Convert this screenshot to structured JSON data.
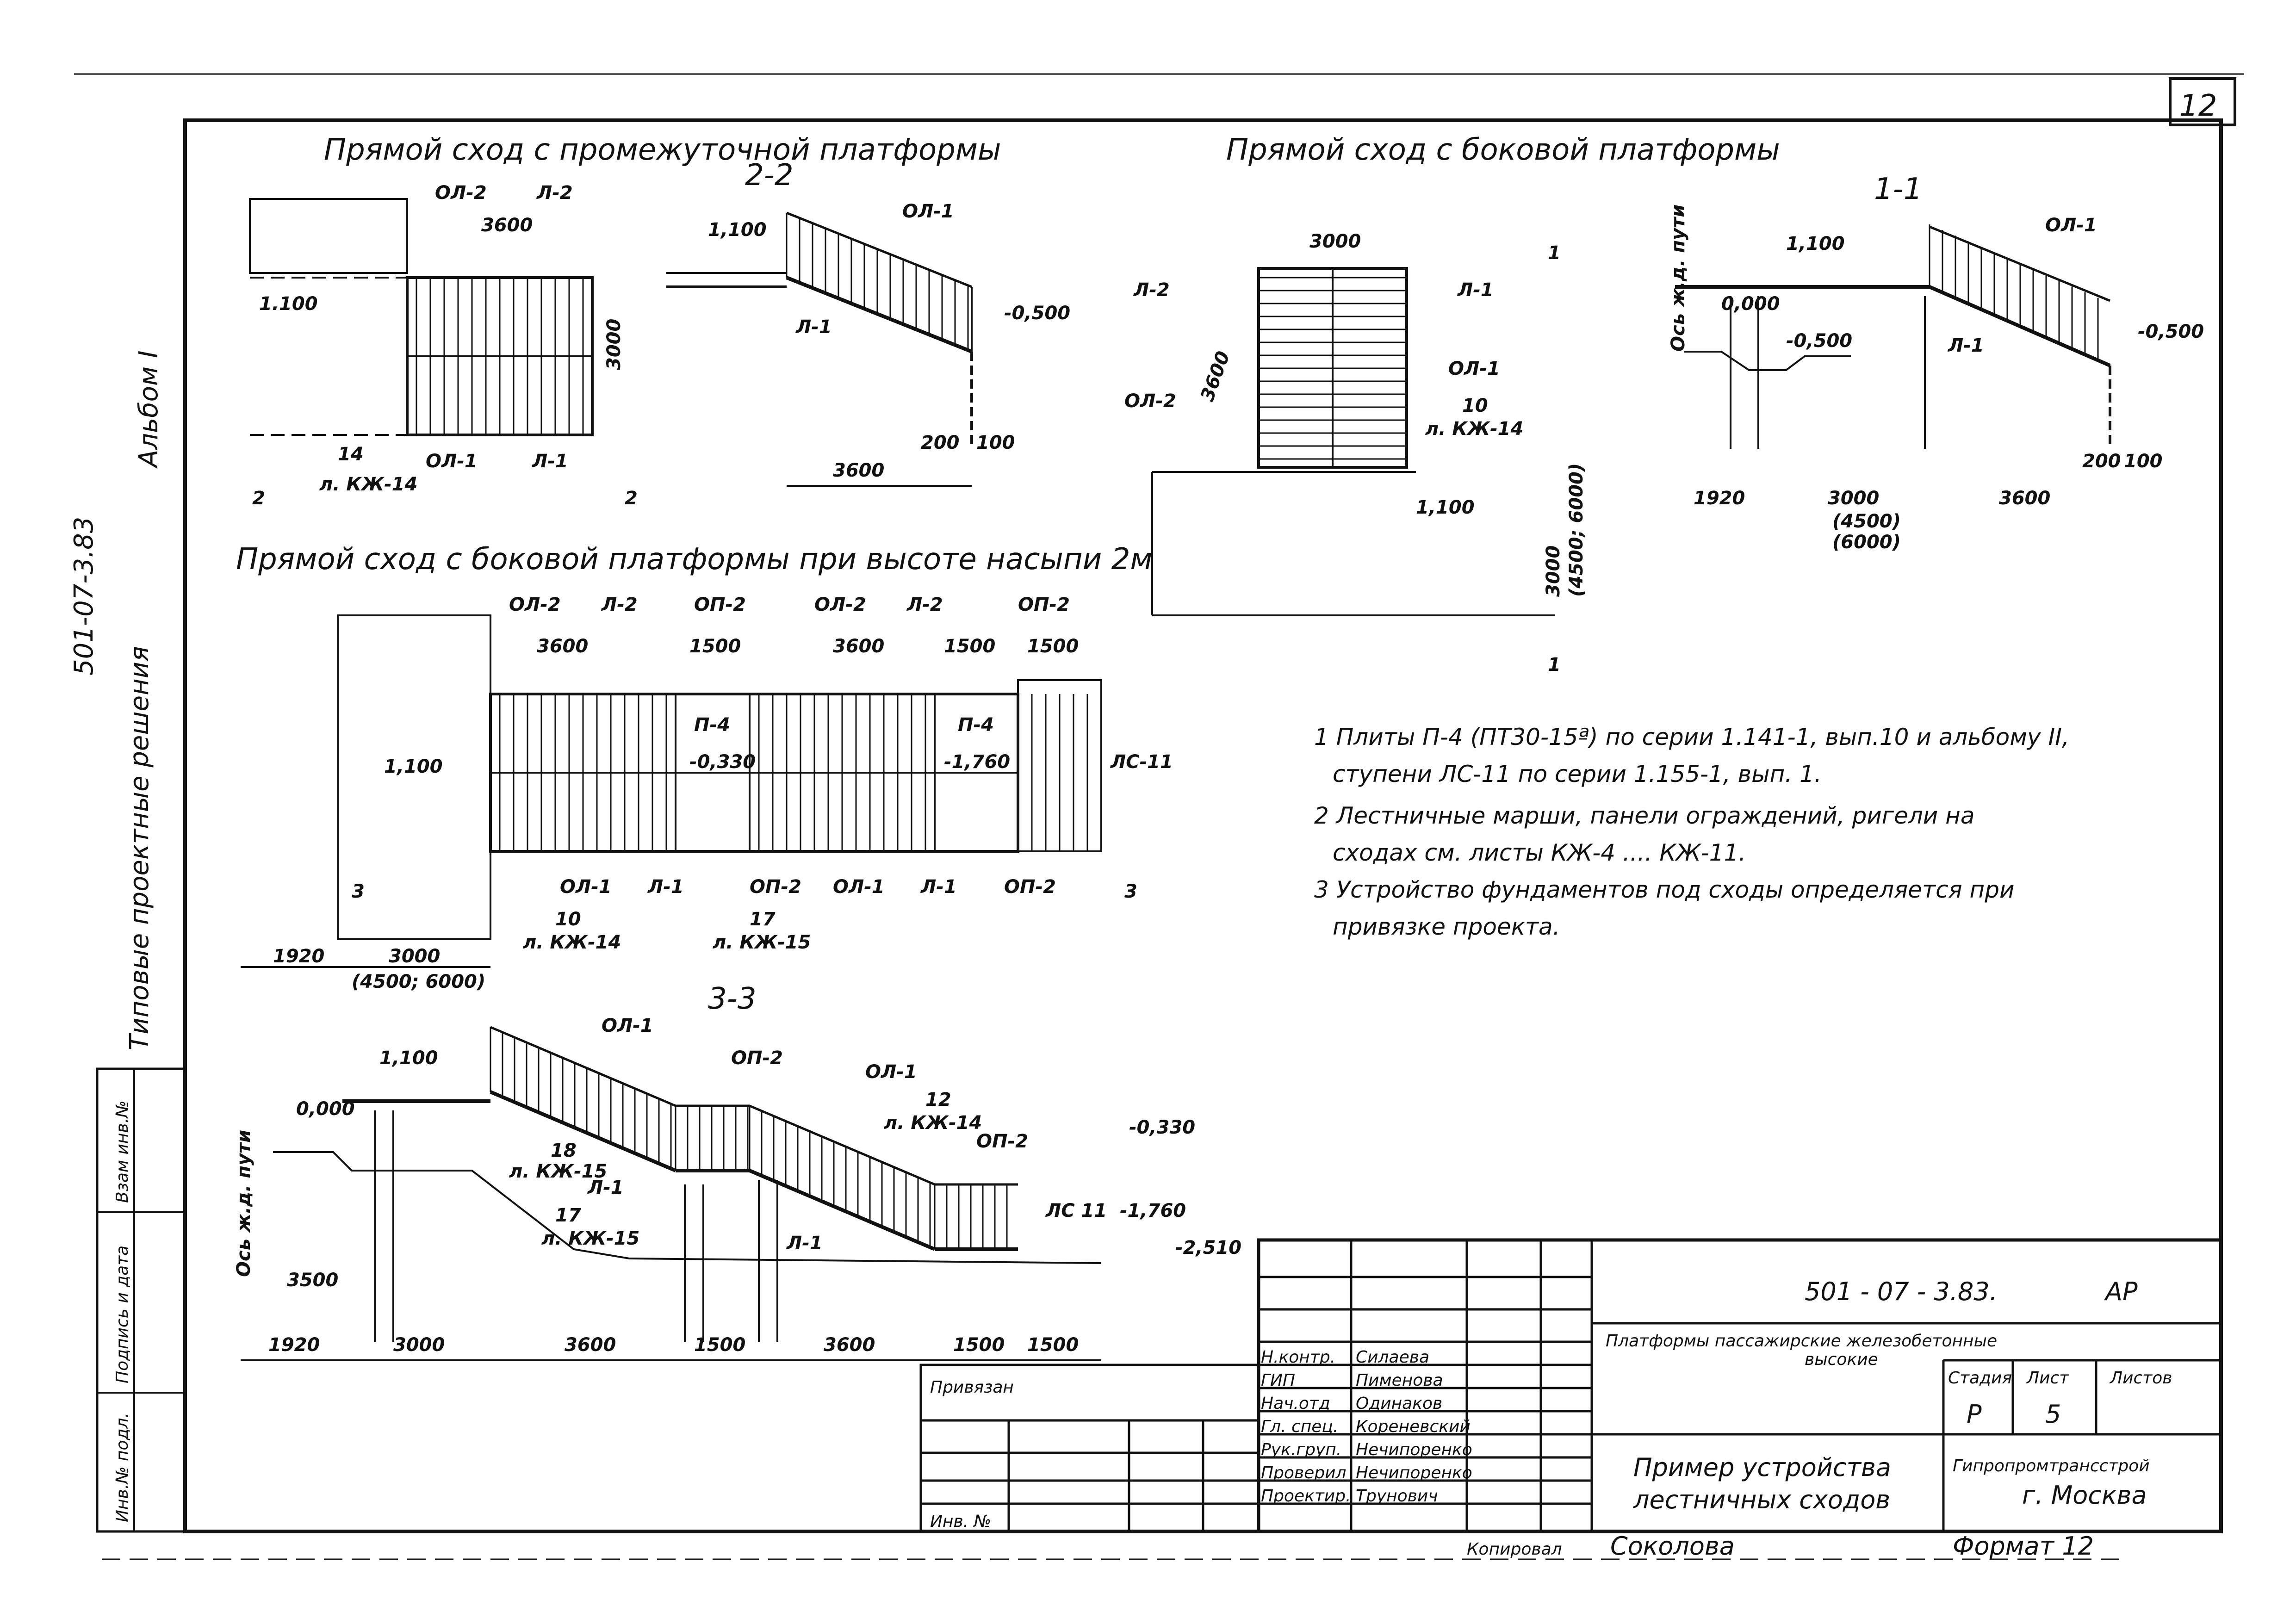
{
  "sheet_number": "12",
  "side_labels": {
    "album": "Альбом I",
    "series": "501-07-3.83",
    "title": "Типовые проектные решения",
    "stamp_cells": [
      "Взам инв.№",
      "Подпись и дата",
      "Инв.№ подл."
    ]
  },
  "views": {
    "view_a": {
      "title": "Прямой сход с промежуточной платформы",
      "section": "2-2",
      "labels": [
        "ОЛ-2",
        "Л-2",
        "3600",
        "1.100",
        "3000",
        "14",
        "л. КЖ-14",
        "ОЛ-1",
        "Л-1",
        "2",
        "2",
        "1,100",
        "ОЛ-1",
        "Л-1",
        "-0,500",
        "200",
        "100",
        "3600"
      ]
    },
    "view_b": {
      "title": "Прямой сход с боковой платформы",
      "section": "1-1",
      "labels": [
        "3000",
        "Л-2",
        "Л-1",
        "1",
        "3600",
        "ОЛ-2",
        "ОЛ-1",
        "10",
        "л. КЖ-14",
        "1,100",
        "3000",
        "(4500; 6000)",
        "1",
        "Ось ж.д. пути",
        "1,100",
        "0,000",
        "-0,500",
        "Л-1",
        "ОЛ-1",
        "-0,500",
        "200",
        "100",
        "1920",
        "3000",
        "(4500)",
        "(6000)",
        "3600"
      ]
    },
    "view_c": {
      "title": "Прямой сход с боковой платформы при высоте насыпи 2м",
      "labels": [
        "ОЛ-2",
        "Л-2",
        "ОП-2",
        "ОЛ-2",
        "Л-2",
        "ОП-2",
        "3600",
        "1500",
        "3600",
        "1500",
        "1500",
        "П-4",
        "П-4",
        "1,100",
        "-0,330",
        "-1,760",
        "ЛС-11",
        "3",
        "3",
        "ОЛ-1",
        "Л-1",
        "ОП-2",
        "ОЛ-1",
        "Л-1",
        "ОП-2",
        "10",
        "л. КЖ-14",
        "17",
        "л. КЖ-15",
        "1920",
        "3000",
        "(4500; 6000)"
      ]
    },
    "view_d": {
      "section": "3-3",
      "labels": [
        "1,100",
        "ОЛ-1",
        "ОП-2",
        "ОЛ-1",
        "0,000",
        "12",
        "л. КЖ-14",
        "-0,330",
        "ОП-2",
        "18",
        "л. КЖ-15",
        "Л-1",
        "17",
        "л. КЖ-15",
        "ЛС 11",
        "-1,760",
        "Л-1",
        "-2,510",
        "3500",
        "Ось ж.д. пути",
        "1920",
        "3000",
        "3600",
        "1500",
        "3600",
        "1500",
        "1500"
      ]
    }
  },
  "notes": [
    "1 Плиты П-4 (ПТ30-15ª) по серии 1.141-1, вып.10 и альбому II,",
    "ступени ЛС-11 по серии 1.155-1, вып. 1.",
    "2 Лестничные марши, панели ограждений, ригели на",
    "сходах см. листы КЖ-4 .... КЖ-11.",
    "3 Устройство фундаментов под сходы определяется при",
    "привязке проекта."
  ],
  "title_block": {
    "code": "501 - 07 - 3.83.",
    "mark": "АР",
    "project": "Платформы пассажирские железобетонные",
    "project2": "высокие",
    "sheet_title1": "Пример устройства",
    "sheet_title2": "лестничных сходов",
    "stage_header": "Стадия",
    "sheet_header": "Лист",
    "sheets_header": "Листов",
    "stage": "Р",
    "sheet": "5",
    "organization": "Гипропромтрансстрой",
    "city": "г. Москва",
    "privyazan": "Привязан",
    "inv": "Инв. №",
    "roles": [
      "Н.контр.",
      "ГИП",
      "Нач.отд",
      "Гл. спец.",
      "Рук.груп.",
      "Проверил",
      "Проектир."
    ],
    "names": [
      "Силаева",
      "Пименова",
      "Одинаков",
      "Кореневский",
      "Нечипоренко",
      "Нечипоренко",
      "Трунович"
    ],
    "copied_label": "Копировал",
    "copied_name": "Соколова",
    "format": "Формат 12"
  },
  "colors": {
    "ink": "#111111",
    "paper": "#ffffff"
  }
}
